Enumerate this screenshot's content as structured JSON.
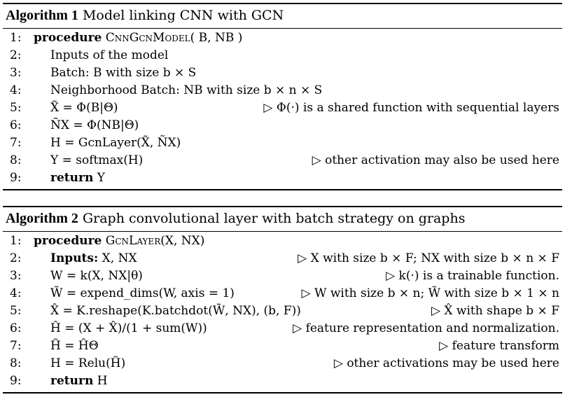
{
  "algo1": {
    "label": "Algorithm 1",
    "title": "Model linking CNN with GCN",
    "lines": [
      {
        "num": "1:",
        "kw": "procedure",
        "text": "CnnGcnModel( B, NB )",
        "comment": ""
      },
      {
        "num": "2:",
        "kw": "",
        "text": "Inputs of the model",
        "comment": ""
      },
      {
        "num": "3:",
        "kw": "",
        "text": "Batch: B with size b × S",
        "comment": ""
      },
      {
        "num": "4:",
        "kw": "",
        "text": "Neighborhood Batch: NB with size b × n × S",
        "comment": ""
      },
      {
        "num": "5:",
        "kw": "",
        "text": "X̃ = Φ(B|Θ)",
        "comment": "▷ Φ(·) is a shared function with sequential layers"
      },
      {
        "num": "6:",
        "kw": "",
        "text": "ÑX = Φ(NB|Θ)",
        "comment": ""
      },
      {
        "num": "7:",
        "kw": "",
        "text": "H = GcnLayer(X̃, ÑX)",
        "comment": ""
      },
      {
        "num": "8:",
        "kw": "",
        "text": "Y = softmax(H)",
        "comment": "▷ other activation may also be used here"
      },
      {
        "num": "9:",
        "kw": "return",
        "text": "Y",
        "comment": ""
      }
    ]
  },
  "algo2": {
    "label": "Algorithm 2",
    "title": "Graph convolutional layer with batch strategy on graphs",
    "lines": [
      {
        "num": "1:",
        "kw": "procedure",
        "text": "GcnLayer(X, NX)",
        "comment": ""
      },
      {
        "num": "2:",
        "kw": "Inputs:",
        "text": "X, NX",
        "comment": "▷ X with size b × F; NX with size b × n × F"
      },
      {
        "num": "3:",
        "kw": "",
        "text": "W = k(X, NX|θ)",
        "comment": "▷ k(·) is a trainable function."
      },
      {
        "num": "4:",
        "kw": "",
        "text": "W̃ = expend_dims(W, axis = 1)",
        "comment": "▷ W with size b × n; W̃ with size b × 1 × n"
      },
      {
        "num": "5:",
        "kw": "",
        "text": "X̂ = K.reshape(K.batchdot(W̃, NX), (b, F))",
        "comment": "▷ X̂ with shape b × F"
      },
      {
        "num": "6:",
        "kw": "",
        "text": "Ĥ = (X + X̂)/(1 + sum(W))",
        "comment": "▷ feature representation and normalization."
      },
      {
        "num": "7:",
        "kw": "",
        "text": "H̃ = ĤΘ",
        "comment": "▷ feature transform"
      },
      {
        "num": "8:",
        "kw": "",
        "text": "H = Relu(H̃)",
        "comment": "▷ other activations may be used here"
      },
      {
        "num": "9:",
        "kw": "return",
        "text": "H",
        "comment": ""
      }
    ]
  }
}
